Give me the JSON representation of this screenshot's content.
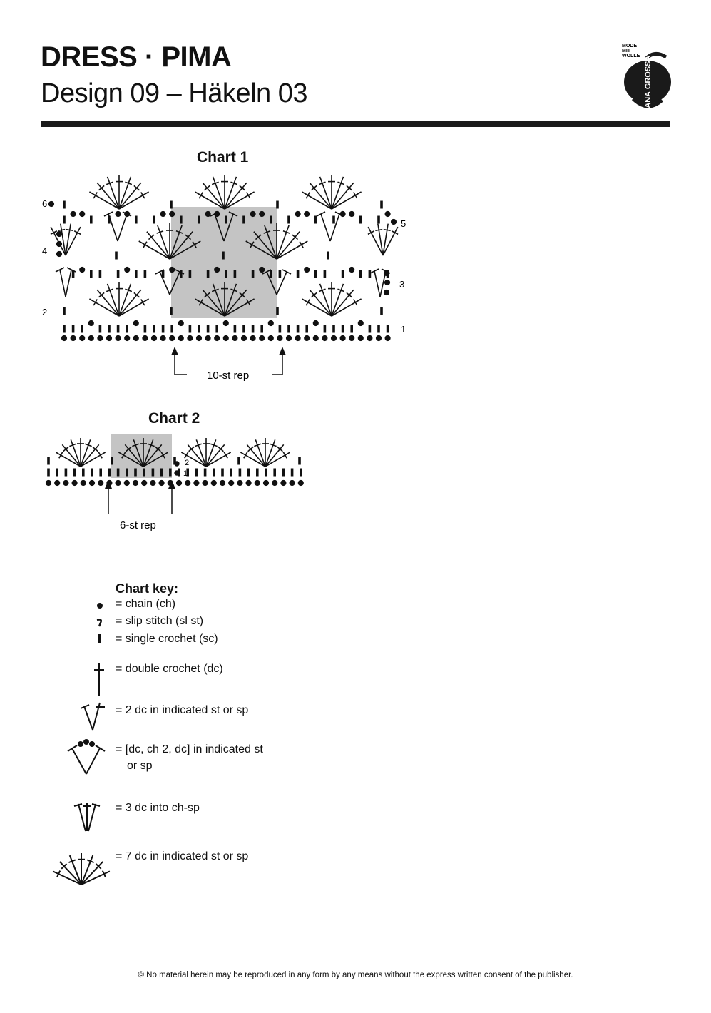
{
  "header": {
    "title": "DRESS · PIMA",
    "subtitle": "Design 09 – Häkeln 03",
    "logo": {
      "tagline_1": "MODE",
      "tagline_2": "MIT",
      "tagline_3": "WOLLE",
      "brand": "LANA GROSSA"
    }
  },
  "chart1": {
    "title": "Chart 1",
    "row_numbers_left": [
      "6",
      "4",
      "2"
    ],
    "row_numbers_right": [
      "5",
      "3",
      "1"
    ],
    "repeat_label": "10-st rep"
  },
  "chart2": {
    "title": "Chart 2",
    "row_numbers": [
      "2",
      "1"
    ],
    "repeat_label": "6-st rep"
  },
  "key": {
    "title": "Chart key:",
    "items": [
      {
        "symbol": "chain-icon",
        "text": "= chain (ch)"
      },
      {
        "symbol": "slip-stitch-icon",
        "text": "= slip stitch (sl st)"
      },
      {
        "symbol": "single-crochet-icon",
        "text": "= single crochet (sc)"
      },
      {
        "symbol": "double-crochet-icon",
        "text": "= double crochet (dc)"
      },
      {
        "symbol": "two-dc-icon",
        "text": "= 2 dc in indicated st or sp"
      },
      {
        "symbol": "v-stitch-icon",
        "text": "= [dc, ch 2, dc] in indicated st"
      },
      {
        "symbol": "v-stitch-icon-cont",
        "text": "or sp"
      },
      {
        "symbol": "three-dc-icon",
        "text": "= 3 dc into ch-sp"
      },
      {
        "symbol": "fan-icon",
        "text": "= 7 dc in indicated st or sp"
      }
    ]
  },
  "footer": "© No material herein may be reproduced in any form by any means without the express written consent of the publisher.",
  "colors": {
    "highlight": "#c4c4c4",
    "ink": "#111111",
    "rule": "#1a1a1a"
  }
}
